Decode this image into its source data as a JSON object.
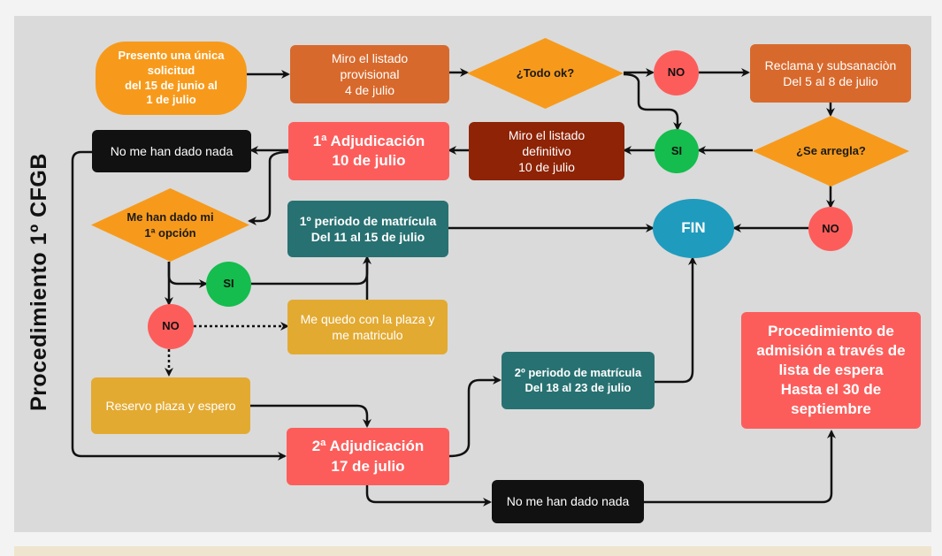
{
  "title": "Procedimiento 1º CFGB",
  "colors": {
    "orange": "#f79a1b",
    "rust": "#d8692c",
    "dark_red": "#8e2306",
    "coral": "#fc5d5b",
    "teal": "#287172",
    "gold": "#e3aa31",
    "black": "#111111",
    "green": "#14bd4d",
    "blue": "#1f9bbd"
  },
  "nodes": {
    "start": "Presento una única\nsolicitud\ndel 15 de junio al\n1 de julio",
    "listado_provisional": "Miro el listado\nprovisional\n4 de julio",
    "todo_ok": "¿Todo ok?",
    "no_1": "NO",
    "reclama": "Reclama y subsanaciòn\nDel 5 al 8 de julio",
    "se_arregla": "¿Se arregla?",
    "si_1": "SI",
    "listado_definitivo": "Miro el listado\ndefinitivo\n10 de julio",
    "adjudicacion_1": "1ª Adjudicación\n10 de julio",
    "nada_1": "No me han dado nada",
    "primera_opcion": "Me han dado mi\n1ª opción",
    "periodo_1": "1º periodo de matrícula\nDel 11 al 15 de julio",
    "fin": "FIN",
    "no_2": "NO",
    "si_2": "SI",
    "no_3": "NO",
    "me_quedo": "Me quedo con la plaza y\nme  matriculo",
    "reservo": "Reservo plaza y espero",
    "adjudicacion_2": "2ª Adjudicación\n17 de julio",
    "periodo_2": "2º periodo de matrícula\nDel 18 al 23 de julio",
    "lista_espera": "Procedimiento de\nadmisión a través de\nlista de espera\nHasta el 30 de\nseptiembre",
    "nada_2": "No me han dado nada"
  }
}
